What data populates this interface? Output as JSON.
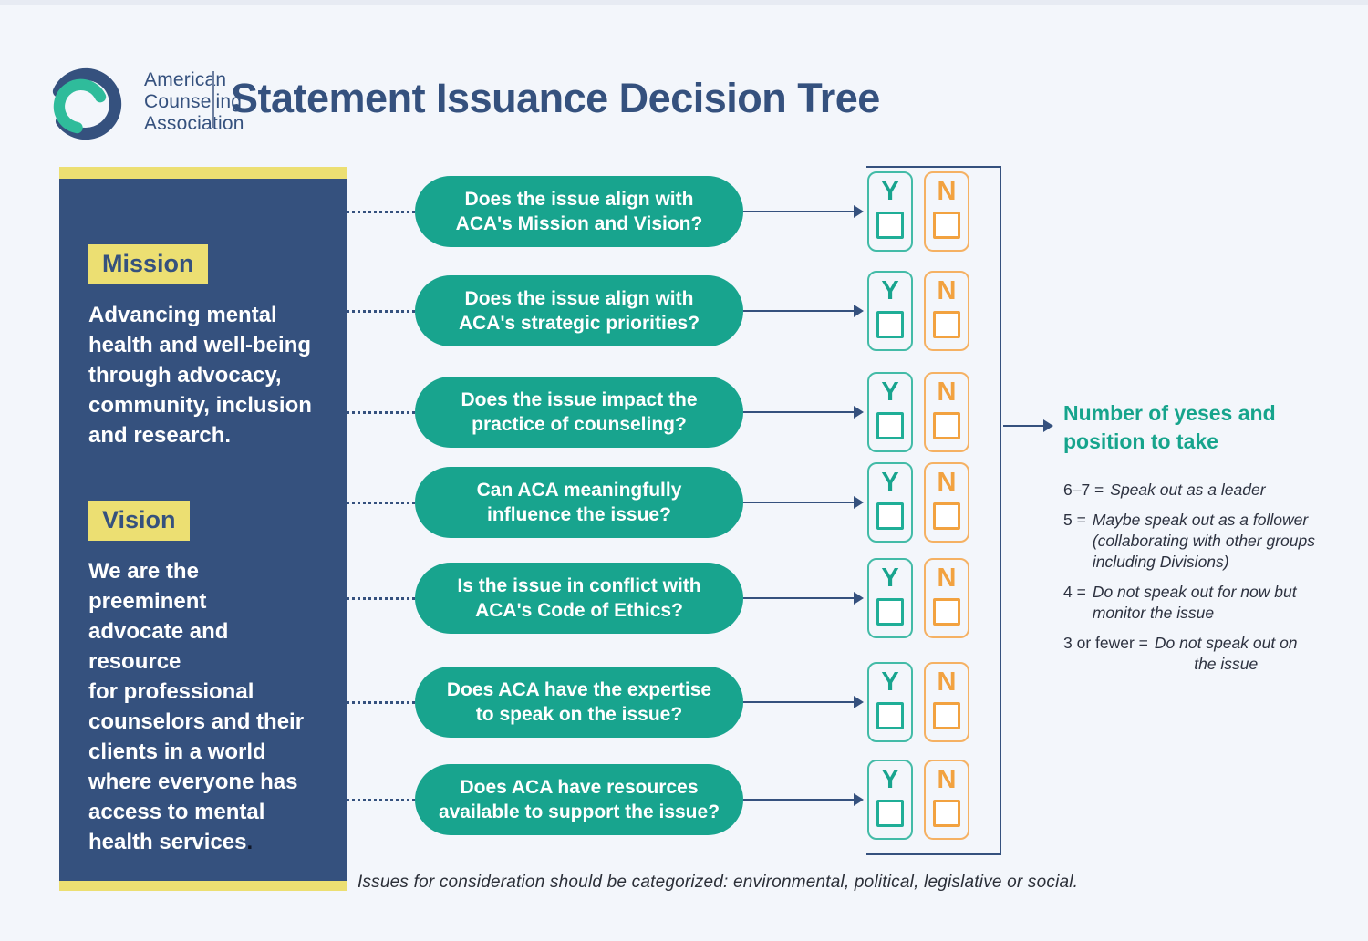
{
  "header": {
    "logo_lines": [
      "American",
      "Counseling",
      "Association"
    ],
    "title": "Statement Issuance Decision Tree"
  },
  "sidebar": {
    "mission_label": "Mission",
    "mission_text": "Advancing mental\nhealth and well-being\nthrough advocacy,\ncommunity, inclusion\nand research.",
    "vision_label": "Vision",
    "vision_text": "We are the preeminent\nadvocate and resource\nfor professional\ncounselors and their\nclients in a world\nwhere everyone has\naccess to mental\nhealth services",
    "vision_period": "."
  },
  "questions": [
    "Does the issue align with\nACA's Mission and Vision?",
    "Does the issue align with\nACA's strategic priorities?",
    "Does the issue impact the\npractice of counseling?",
    "Can ACA meaningfully\ninfluence the issue?",
    "Is the issue in conflict with\nACA's Code of Ethics?",
    "Does ACA have the expertise\nto speak on the issue?",
    "Does ACA have resources\navailable to support the issue?"
  ],
  "yn": {
    "yes": "Y",
    "no": "N"
  },
  "results": {
    "heading": "Number of yeses and\nposition to take",
    "scores": [
      {
        "prefix": "6–7 =",
        "desc": "Speak out as a leader"
      },
      {
        "prefix": "5 =",
        "desc": "Maybe speak out as a follower\n(collaborating with other groups\nincluding Divisions)"
      },
      {
        "prefix": "4 =",
        "desc": "Do not speak out for now but\nmonitor the issue"
      },
      {
        "prefix": "3 or fewer =",
        "desc": "Do not speak out on\nthe issue"
      }
    ]
  },
  "footer": {
    "note": "Issues for consideration should be categorized: environmental, political, legislative or social."
  },
  "colors": {
    "background": "#f3f6fb",
    "navy": "#35517e",
    "teal": "#18a48e",
    "yellow": "#ecdf72",
    "orange": "#f2a240"
  }
}
